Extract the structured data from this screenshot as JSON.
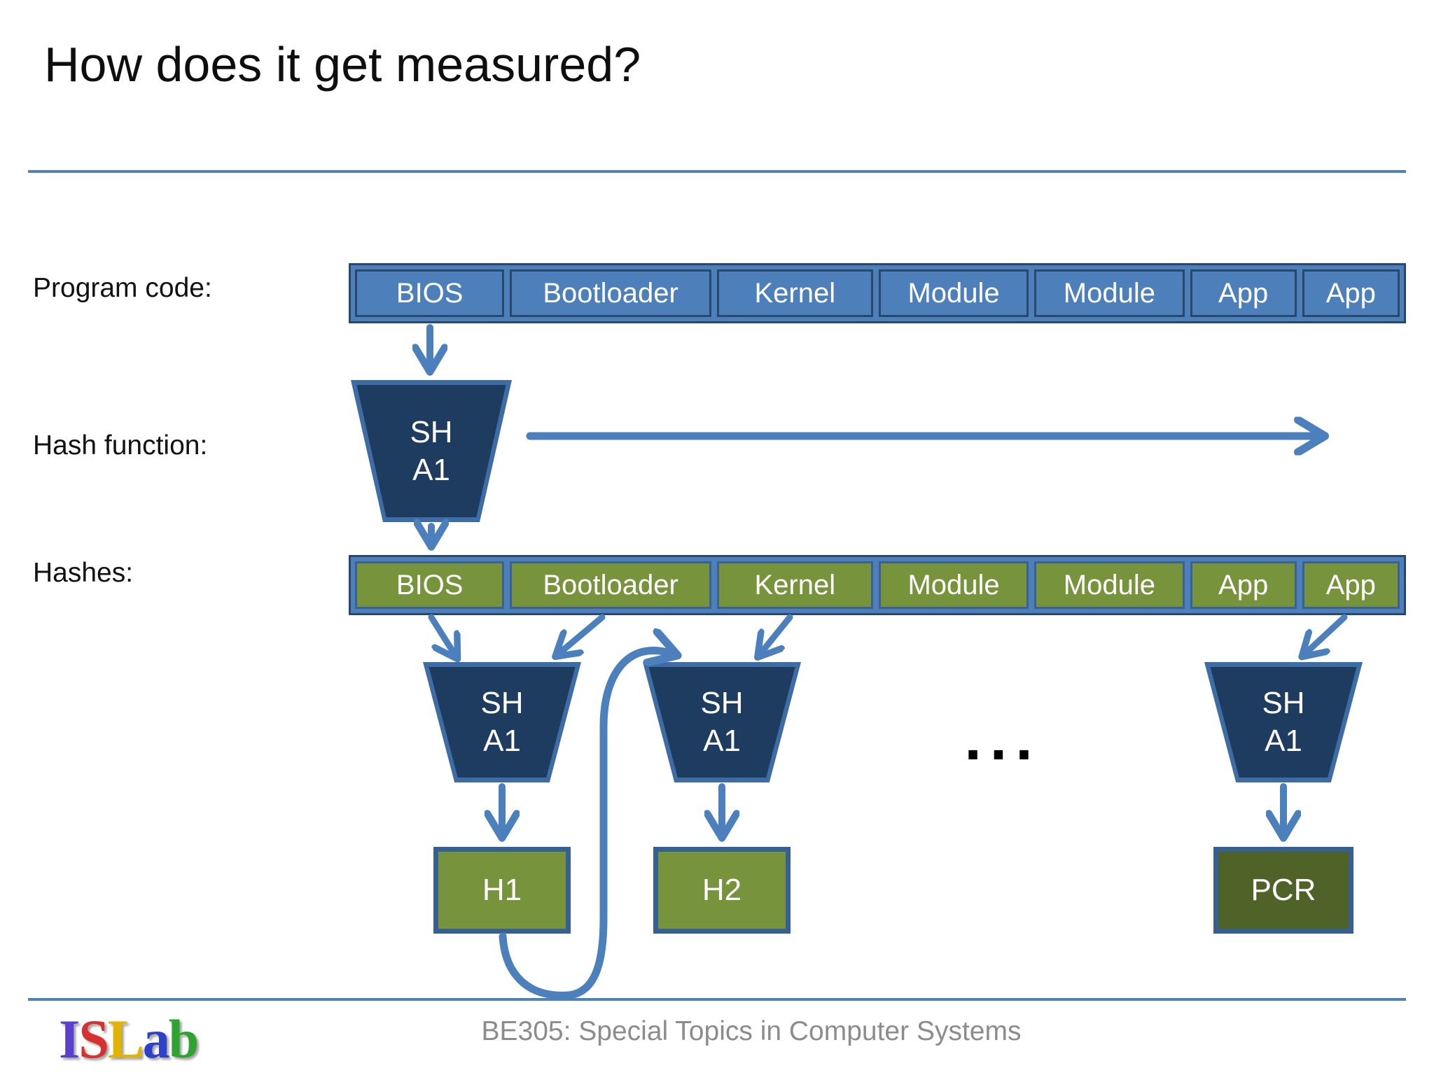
{
  "slide": {
    "title": "How does it get measured?",
    "footer_text": "BE305: Special Topics in Computer Systems",
    "dots": "..."
  },
  "labels": {
    "program_code": "Program code:",
    "hash_function": "Hash function:",
    "hashes": "Hashes:"
  },
  "program_row": {
    "segments": [
      "BIOS",
      "Bootloader",
      "Kernel",
      "Module",
      "Module",
      "App",
      "App"
    ]
  },
  "hash_row": {
    "segments": [
      "BIOS",
      "Bootloader",
      "Kernel",
      "Module",
      "Module",
      "App",
      "App"
    ]
  },
  "sha": {
    "line1": "SH",
    "line2": "A1"
  },
  "outputs": {
    "h1": "H1",
    "h2": "H2",
    "pcr": "PCR"
  },
  "logo": {
    "letters": [
      {
        "ch": "I",
        "style": "color:#5b3fd1"
      },
      {
        "ch": "S",
        "style": "color:#d63030"
      },
      {
        "ch": "L",
        "style": "color:#e2b400"
      },
      {
        "ch": "a",
        "style": "color:#2e41c9"
      },
      {
        "ch": "b",
        "style": "color:#2fa32f"
      }
    ]
  },
  "colors": {
    "accent_blue": "#4f81bd",
    "row_border_navy": "#2a486b",
    "trapezoid_navy": "#1e3c60",
    "trapezoid_border": "#3e6ca5",
    "hash_green": "#77933c",
    "pcr_dark_green": "#4f6228",
    "hash_box_border": "#376092",
    "arrow_blue": "#4c80bd",
    "footer_gray": "#8c8c8c"
  }
}
